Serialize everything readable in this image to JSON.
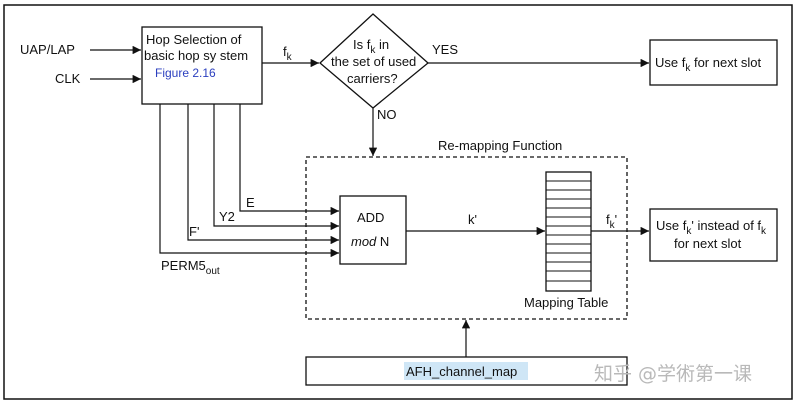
{
  "inputs": {
    "uap_lap": "UAP/LAP",
    "clk": "CLK"
  },
  "hop_selection": {
    "line1": "Hop Selection of",
    "line2": "basic hop sy stem",
    "ref": "Figure 2.16"
  },
  "fk": {
    "base": "f",
    "sub": "k"
  },
  "decision": {
    "line1_base": "Is f",
    "line1_sub": "k",
    "line1_tail": " in",
    "line2": "the set of used",
    "line3": "carriers?",
    "yes": "YES",
    "no": "NO"
  },
  "use_fk": {
    "prefix": "Use  f",
    "sub": "k",
    "suffix": " for next slot"
  },
  "remap": {
    "title": "Re-mapping Function"
  },
  "signals": {
    "e": "E",
    "y2": "Y2",
    "f_prime": "F'",
    "perm_base": "PERM5",
    "perm_sub": "out"
  },
  "adder": {
    "line1": "ADD",
    "mod": "mod",
    "n": " N"
  },
  "k_prime": "k'",
  "fk_prime": {
    "base": "f",
    "sub": "k",
    "tail": "'"
  },
  "mapping_table": {
    "label": "Mapping Table"
  },
  "use_fk_prime": {
    "prefix": "Use f",
    "sub1": "k",
    "mid": "' instead of f",
    "sub2": "k",
    "line2": "for next slot"
  },
  "afh": {
    "label": "AFH_channel_map"
  },
  "watermark": "知乎 @学術第一课"
}
